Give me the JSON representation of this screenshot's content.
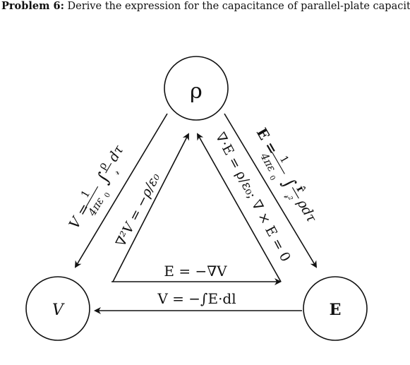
{
  "problem": {
    "label": "Problem 6:",
    "text": " Derive the expression for the capacitance of parallel-plate capacitor."
  },
  "nodes": {
    "rho": "ρ",
    "V": "V",
    "E": "E"
  },
  "edges": {
    "rho_to_V": {
      "lhs": "V =",
      "num": "1",
      "den": "4πε",
      "sub": "0",
      "integrand": "∫",
      "frac_num": "ρ",
      "frac_den": "𝓇",
      "tail": "dτ"
    },
    "V_to_rho": "∇²V = −ρ/ε₀",
    "rho_to_E": {
      "lhs": "E =",
      "num": "1",
      "den": "4πε",
      "sub": "0",
      "integrand": "∫",
      "frac_num": "r̂",
      "frac_den": "𝓇²",
      "tail": "ρdτ"
    },
    "E_to_rho": "∇·E = ρ/ε₀; ∇ × E = 0",
    "V_to_E": "E = −∇V",
    "E_to_V": "V = −∫E·dl"
  }
}
